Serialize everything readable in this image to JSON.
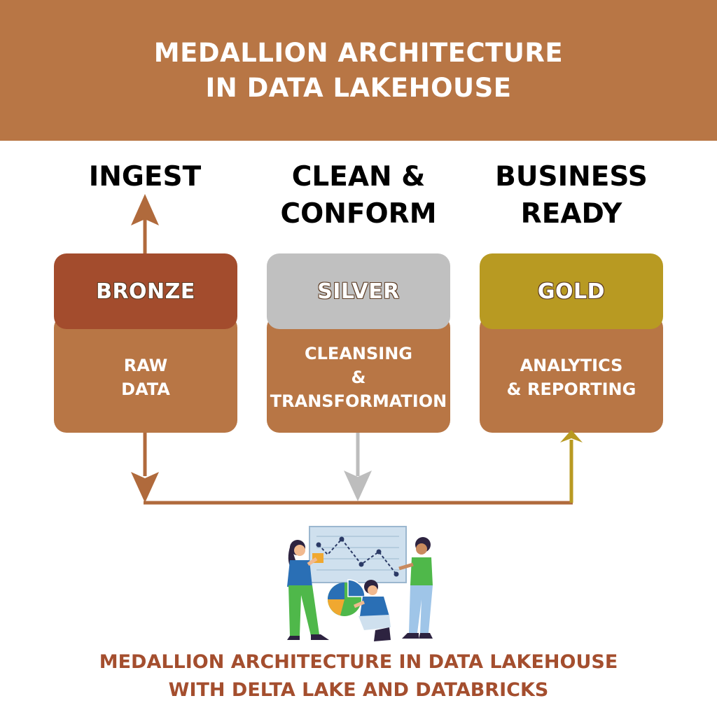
{
  "header": {
    "title_line1": "MEDALLION ARCHITECTURE",
    "title_line2": "IN DATA LAKEHOUSE"
  },
  "stages": [
    {
      "title_line1": "INGEST",
      "title_line2": ""
    },
    {
      "title_line1": "CLEAN &",
      "title_line2": "CONFORM"
    },
    {
      "title_line1": "BUSINESS",
      "title_line2": "READY"
    }
  ],
  "layers": [
    {
      "tier": "BRONZE",
      "desc_line1": "RAW",
      "desc_line2": "DATA",
      "desc_line3": "",
      "tier_color": "#a34c2d"
    },
    {
      "tier": "SILVER",
      "desc_line1": "CLEANSING",
      "desc_line2": "&",
      "desc_line3": "TRANSFORMATION",
      "tier_color": "#c0c0c0"
    },
    {
      "tier": "GOLD",
      "desc_line1": "ANALYTICS",
      "desc_line2": "& REPORTING",
      "desc_line3": "",
      "tier_color": "#b89a22"
    }
  ],
  "colors": {
    "header_bg": "#b87645",
    "card_body": "#b87645",
    "bronze_arrow": "#b06a3c",
    "silver_arrow": "#bdbdbd",
    "gold_arrow": "#b89a22",
    "footer_text": "#a44e2e"
  },
  "illustration": {
    "icon": "team-analytics-illustration-icon"
  },
  "footer": {
    "line1": "MEDALLION ARCHITECTURE IN DATA LAKEHOUSE",
    "line2": "WITH DELTA LAKE AND DATABRICKS"
  }
}
